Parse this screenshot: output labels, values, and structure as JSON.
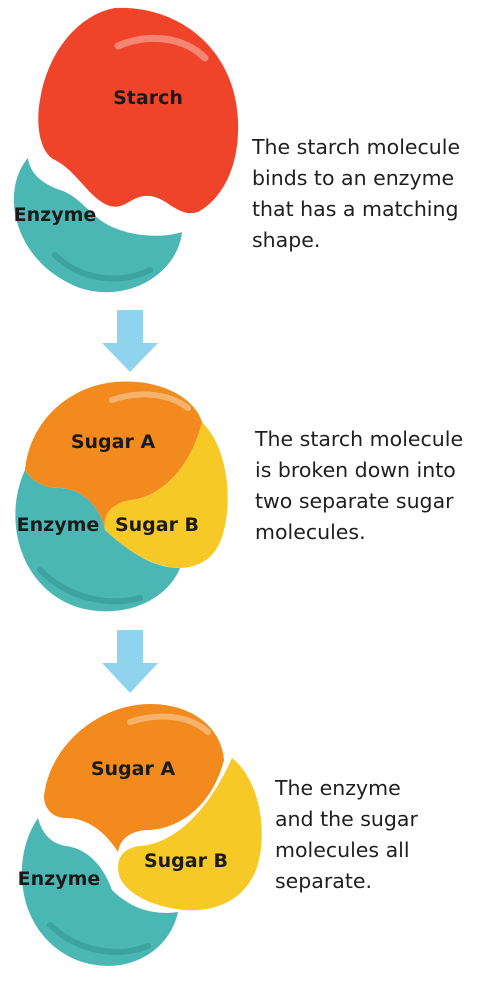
{
  "colors": {
    "starch": "#f0442a",
    "sugar_a": "#f28a1e",
    "sugar_b": "#f7c926",
    "enzyme": "#4bb7b4",
    "arrow": "#8fd3ee"
  },
  "steps": [
    {
      "labels": {
        "starch": "Starch",
        "enzyme": "Enzyme"
      },
      "description": "The starch molecule\nbinds to an enzyme\nthat has a matching\nshape."
    },
    {
      "labels": {
        "sugar_a": "Sugar A",
        "sugar_b": "Sugar B",
        "enzyme": "Enzyme"
      },
      "description": "The starch molecule\nis broken down into\ntwo separate sugar\nmolecules."
    },
    {
      "labels": {
        "sugar_a": "Sugar A",
        "sugar_b": "Sugar B",
        "enzyme": "Enzyme"
      },
      "description": "The enzyme\nand the sugar\nmolecules all\nseparate."
    }
  ]
}
